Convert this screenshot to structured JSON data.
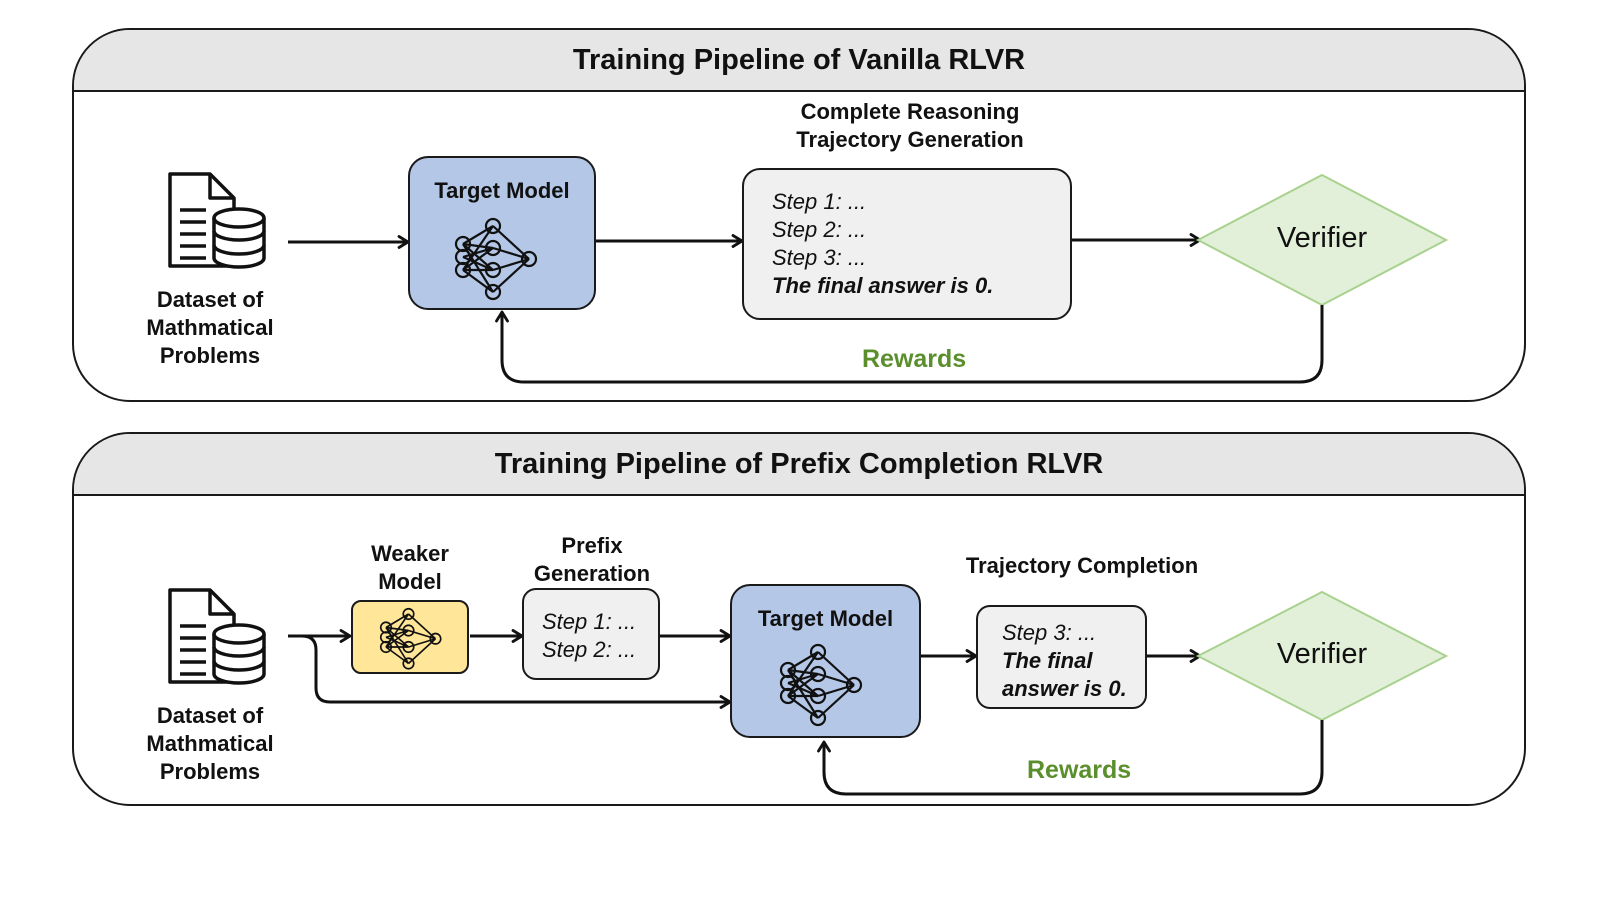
{
  "top": {
    "title": "Training Pipeline of Vanilla RLVR",
    "dataset_label": "Dataset of Mathmatical Problems",
    "dataset_lines": [
      "Dataset of",
      "Mathmatical",
      "Problems"
    ],
    "target_model": "Target Model",
    "gen_caption_lines": [
      "Complete Reasoning",
      "Trajectory Generation"
    ],
    "steps": [
      "Step 1: ...",
      "Step 2: ...",
      "Step 3: ..."
    ],
    "final": "The final answer is 0.",
    "verifier": "Verifier",
    "rewards": "Rewards"
  },
  "bottom": {
    "title": "Training Pipeline of Prefix Completion RLVR",
    "dataset_lines": [
      "Dataset of",
      "Mathmatical",
      "Problems"
    ],
    "weaker_lines": [
      "Weaker",
      "Model"
    ],
    "prefix_lines": [
      "Prefix",
      "Generation"
    ],
    "prefix_steps": [
      "Step 1: ...",
      "Step 2: ..."
    ],
    "target_model": "Target Model",
    "completion_caption": "Trajectory Completion",
    "completion_step": "Step 3: ...",
    "final_lines": [
      "The final",
      "answer is 0."
    ],
    "verifier": "Verifier",
    "rewards": "Rewards"
  },
  "colors": {
    "model_fill": "#b4c7e7",
    "weak_fill": "#ffe699",
    "gen_fill": "#f0f0f0",
    "verifier_fill": "#e2f0d9",
    "verifier_stroke": "#a9d18e",
    "rewards_text": "#5b8f2d",
    "header_fill": "#e6e6e6"
  },
  "icons": {
    "dataset": "document-database-icon",
    "model": "neural-network-icon"
  }
}
